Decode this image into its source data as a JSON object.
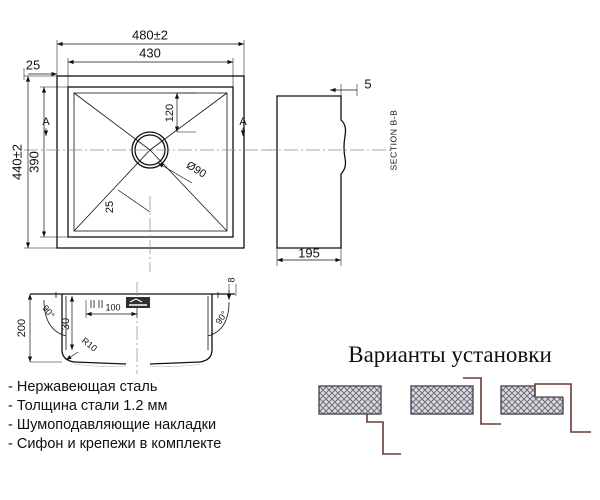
{
  "drawing": {
    "title": "Kitchen sink technical drawing",
    "top_view": {
      "name": "top-view",
      "dimensions": {
        "overall_width": "480±2",
        "inner_width": "430",
        "edge_offset": "25",
        "overall_height": "440±2",
        "inner_height": "390",
        "drain_offset_from_top": "120",
        "drain_diameter": "Ø90",
        "bowl_radius_note": "25"
      },
      "section_marks": {
        "left": "A",
        "right": "A"
      }
    },
    "side_view": {
      "name": "section-b-b-view",
      "label": "SECTION B-B",
      "dimensions": {
        "top_flange": "5",
        "depth": "195"
      }
    },
    "cross_section": {
      "name": "section-a-a-view",
      "dimensions": {
        "bowl_depth": "200",
        "left_angle": "90°",
        "right_angle": "90°",
        "rim_height": "30",
        "rim_width": "100",
        "corner_radius": "R10",
        "wall_thickness": "8"
      }
    }
  },
  "features": {
    "items": [
      "- Нержавеющая сталь",
      "- Толщина стали 1.2 мм",
      "- Шумоподавляющие накладки",
      "- Сифон и крепежи в комплекте"
    ]
  },
  "install": {
    "title": "Варианты установки",
    "variants": [
      {
        "name": "undermount",
        "label": ""
      },
      {
        "name": "flushmount",
        "label": ""
      },
      {
        "name": "topmount",
        "label": ""
      }
    ]
  },
  "colors": {
    "line": "#111111",
    "center_line": "#8a8a8a",
    "light_line": "#b5b5b5",
    "counter_fill": "#d8d8dc",
    "counter_stroke": "#4a4a55",
    "sink_profile": "#6b3a35",
    "paper": "#ffffff"
  }
}
